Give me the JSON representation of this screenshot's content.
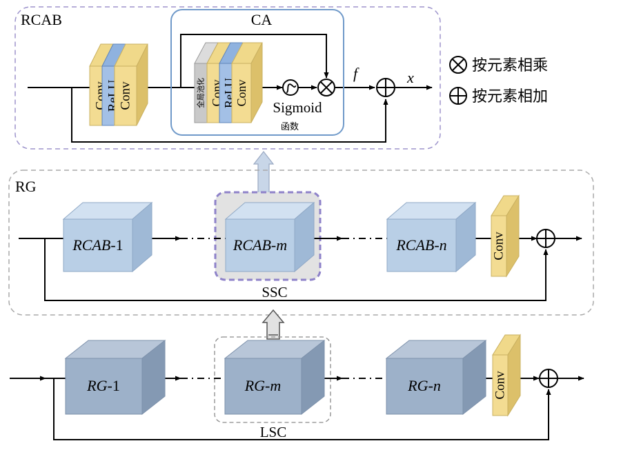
{
  "rcab": {
    "title": "RCAB",
    "block1": [
      "Conv",
      "ReLU",
      "Conv"
    ],
    "ca_title": "CA",
    "ca_pool": "全局池化",
    "ca_block": [
      "Conv",
      "ReLU",
      "Conv"
    ],
    "sigmoid_label": "Sigmoid",
    "sigmoid_sub": "函数",
    "f_label": "f",
    "x_label": "x"
  },
  "legend": {
    "multiply": "按元素相乘",
    "add": "按元素相加"
  },
  "rg": {
    "title": "RG",
    "block1_name": "RCAB",
    "block1_suffix": "-1",
    "blockm_name": "RCAB",
    "blockm_suffix": "-m",
    "blockn_name": "RCAB",
    "blockn_suffix": "-n",
    "conv": "Conv",
    "skip_label": "SSC"
  },
  "top": {
    "block1_name": "RG",
    "block1_suffix": "-1",
    "blockm_name": "RG",
    "blockm_suffix": "-m",
    "blockn_name": "RG",
    "blockn_suffix": "-n",
    "conv": "Conv",
    "skip_label": "LSC"
  },
  "colors": {
    "conv_fill": "#f3dc92",
    "relu_fill": "#8fb2df",
    "pool_fill": "#c9c9c9",
    "rcab_block_fill": "#b9cfe6",
    "rg_block_fill": "#9db1c9",
    "rcab_border": "#9d94cc",
    "rg_border": "#a9a9a9",
    "ca_border": "#6f99c9"
  }
}
